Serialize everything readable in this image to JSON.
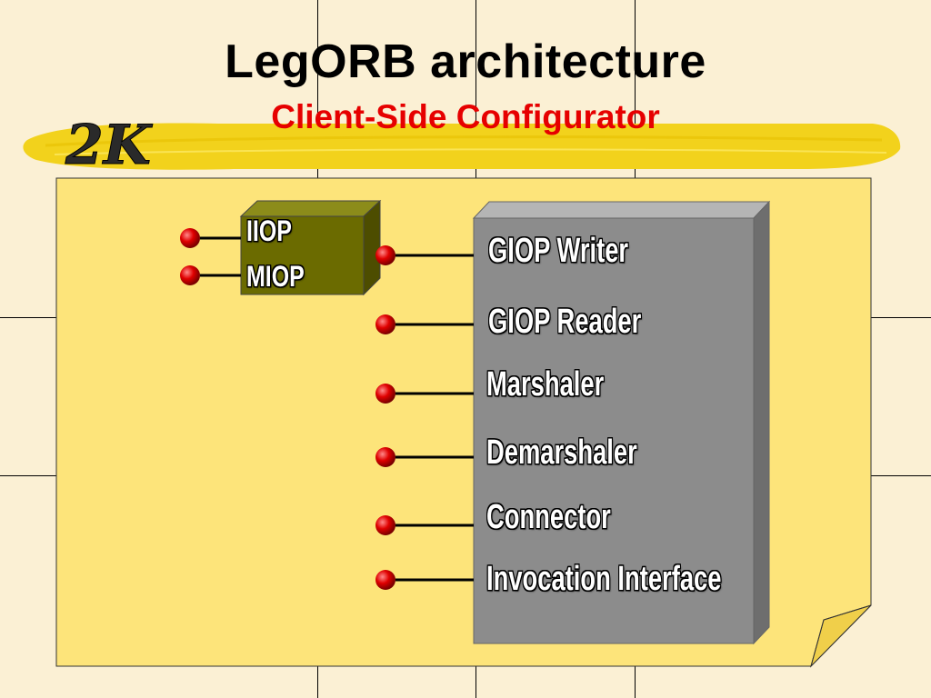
{
  "slide": {
    "title": "LegORB architecture",
    "subtitle": "Client-Side Configurator",
    "badge": "2K"
  },
  "protocols": [
    "IIOP",
    "MIOP"
  ],
  "components": [
    "GIOP Writer",
    "GIOP Reader",
    "Marshaler",
    "Demarshaler",
    "Connector",
    "Invocation Interface"
  ],
  "colors": {
    "background": "#fbf0d4",
    "note": "#fde47a",
    "title": "#000000",
    "subtitle": "#e60000",
    "protocol_box": "#6b6b00",
    "component_box": "#8c8c8c",
    "port": "#e00000"
  }
}
